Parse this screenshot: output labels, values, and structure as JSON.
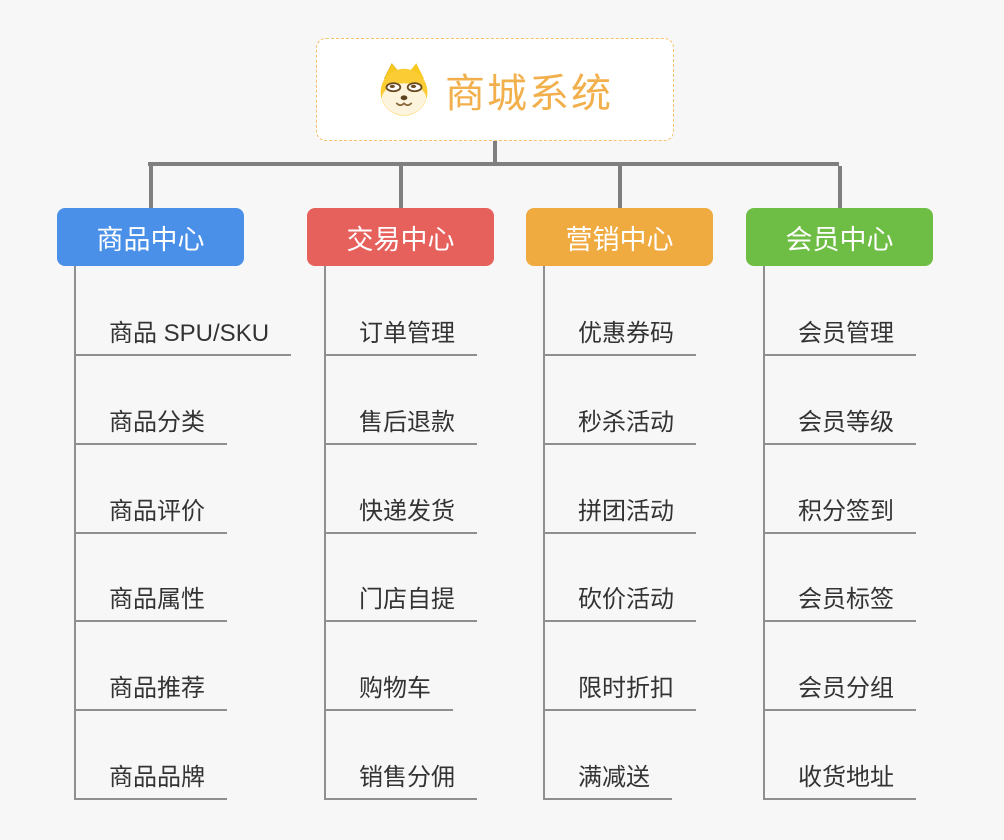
{
  "page": {
    "background": "#f7f7f7"
  },
  "root": {
    "title": "商城系统",
    "icon": "doge-icon",
    "text_color": "#f2b04d",
    "border_color": "#f5c06a"
  },
  "connectors": {
    "tree_color": "#7f7f7f",
    "leaf_line_color": "#8f8f8f"
  },
  "leaf_style": {
    "text_color": "#333333"
  },
  "branches": [
    {
      "key": "product-center",
      "label": "商品中心",
      "color": "#4a90e8",
      "items": [
        "商品 SPU/SKU",
        "商品分类",
        "商品评价",
        "商品属性",
        "商品推荐",
        "商品品牌"
      ]
    },
    {
      "key": "trade-center",
      "label": "交易中心",
      "color": "#e6605c",
      "items": [
        "订单管理",
        "售后退款",
        "快递发货",
        "门店自提",
        "购物车",
        "销售分佣"
      ]
    },
    {
      "key": "marketing-center",
      "label": "营销中心",
      "color": "#efaa40",
      "items": [
        "优惠券码",
        "秒杀活动",
        "拼团活动",
        "砍价活动",
        "限时折扣",
        "满减送"
      ]
    },
    {
      "key": "member-center",
      "label": "会员中心",
      "color": "#6ebe45",
      "items": [
        "会员管理",
        "会员等级",
        "积分签到",
        "会员标签",
        "会员分组",
        "收货地址"
      ]
    }
  ]
}
